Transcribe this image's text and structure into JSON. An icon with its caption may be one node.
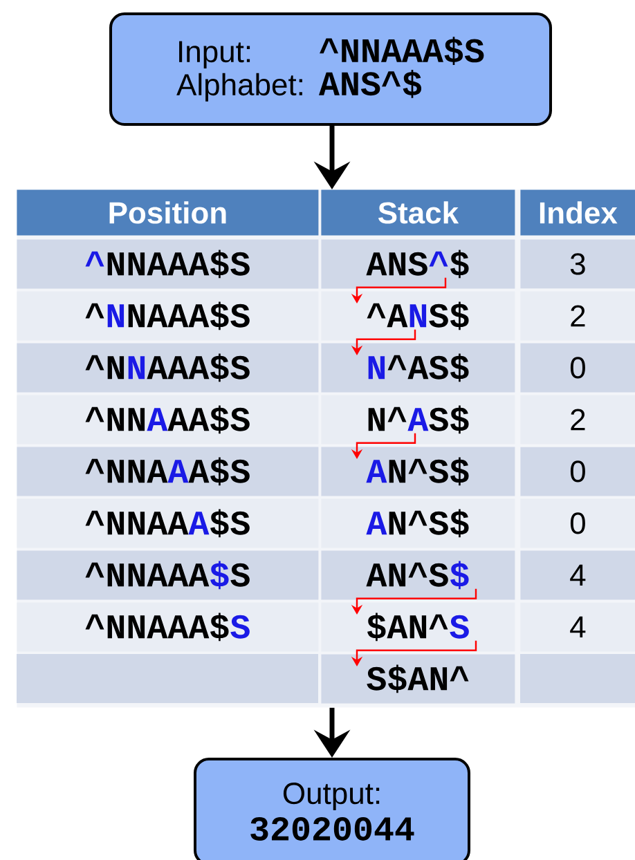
{
  "diagram": {
    "nodes": [
      {
        "text": [
          "Input:",
          "^NNAAA$S",
          "Alphabet:",
          "ANS^$"
        ]
      },
      {
        "text": [
          "Position",
          "Stack",
          "Index"
        ]
      },
      {
        "text": [
          "ANS**^**$"
        ],
        "in": 1
      },
      {
        "text": [
          "^A**N**S$"
        ],
        "in": 1
      },
      {
        "text": [
          "**N**^AS$"
        ],
        "in": 1
      },
      {
        "text": [
          "N^**A**S$"
        ],
        "in": 1
      },
      {
        "text": [
          "**A**N^S$"
        ],
        "in": 1
      },
      {
        "text": [
          "**A**N^S$"
        ],
        "in": 1
      },
      {
        "text": [
          "AN^S**$**"
        ],
        "in": 1
      },
      {
        "text": [
          "$AN^**S**"
        ],
        "in": 1
      },
      {
        "text": [
          "S$AN^"
        ],
        "in": 1
      },
      {
        "text": [
          "Output:",
          "32020044"
        ]
      }
    ],
    "edges": [
      {
        "from": 0,
        "to": 1,
        "arrow": "to",
        "style": "thick",
        "color": "#000000"
      },
      {
        "from": 2,
        "to": 3,
        "arrow": "to",
        "color": "#ff0000"
      },
      {
        "from": 3,
        "to": 4,
        "arrow": "to",
        "color": "#ff0000"
      },
      {
        "from": 5,
        "to": 6,
        "arrow": "to",
        "color": "#ff0000"
      },
      {
        "from": 8,
        "to": 9,
        "arrow": "to",
        "color": "#ff0000"
      },
      {
        "from": 9,
        "to": 10,
        "arrow": "to",
        "color": "#ff0000"
      },
      {
        "from": 1,
        "to": 11,
        "arrow": "to",
        "style": "thick",
        "color": "#000000"
      }
    ],
    "labels": [
      "**^**NNAAA$S",
      "3",
      "^**N**NAAA$S",
      "2",
      "^N**N**AAA$S",
      "0",
      "^NN**A**AA$S",
      "2",
      "^NNA**A**A$S",
      "0",
      "^NNAA**A**$S",
      "0",
      "^NNAAA**$**S",
      "4",
      "^NNAAA$**S**",
      "4"
    ]
  }
}
